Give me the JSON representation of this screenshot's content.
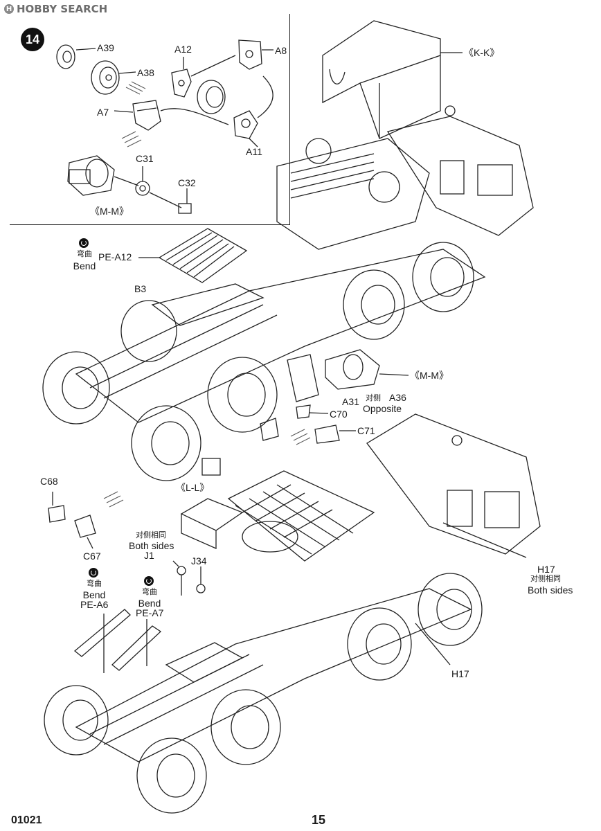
{
  "watermark": {
    "logo_letter": "H",
    "text": "HOBBY SEARCH"
  },
  "step": {
    "number": "14"
  },
  "detail_mm": {
    "labels": {
      "a39": "A39",
      "a38": "A38",
      "a12": "A12",
      "a8": "A8",
      "a7": "A7",
      "a11": "A11",
      "c31": "C31",
      "c32": "C32"
    },
    "view_title": "《M-M》"
  },
  "top_assembly": {
    "kk_label": "《K-K》",
    "bend_cn": "弯曲",
    "bend_en": "Bend",
    "pe_a12": "PE-A12",
    "b3": "B3",
    "mm_label": "《M-M》",
    "a31": "A31",
    "opposite_cn": "对侧",
    "a36": "A36",
    "opposite_en": "Opposite",
    "c70": "C70",
    "c71": "C71"
  },
  "bottom_assembly": {
    "c68": "C68",
    "c67": "C67",
    "ll_label": "《L-L》",
    "both_sides_cn": "对侧相同",
    "both_sides_en": "Both sides",
    "j1": "J1",
    "j34": "J34",
    "bend_cn_1": "弯曲",
    "bend_en_1": "Bend",
    "pe_a6": "PE-A6",
    "bend_cn_2": "弯曲",
    "bend_en_2": "Bend",
    "pe_a7": "PE-A7",
    "h17_top": "H17",
    "h17_cn": "对侧相同",
    "h17_en": "Both sides",
    "h17_bottom": "H17"
  },
  "footer": {
    "code": "01021",
    "page": "15"
  }
}
